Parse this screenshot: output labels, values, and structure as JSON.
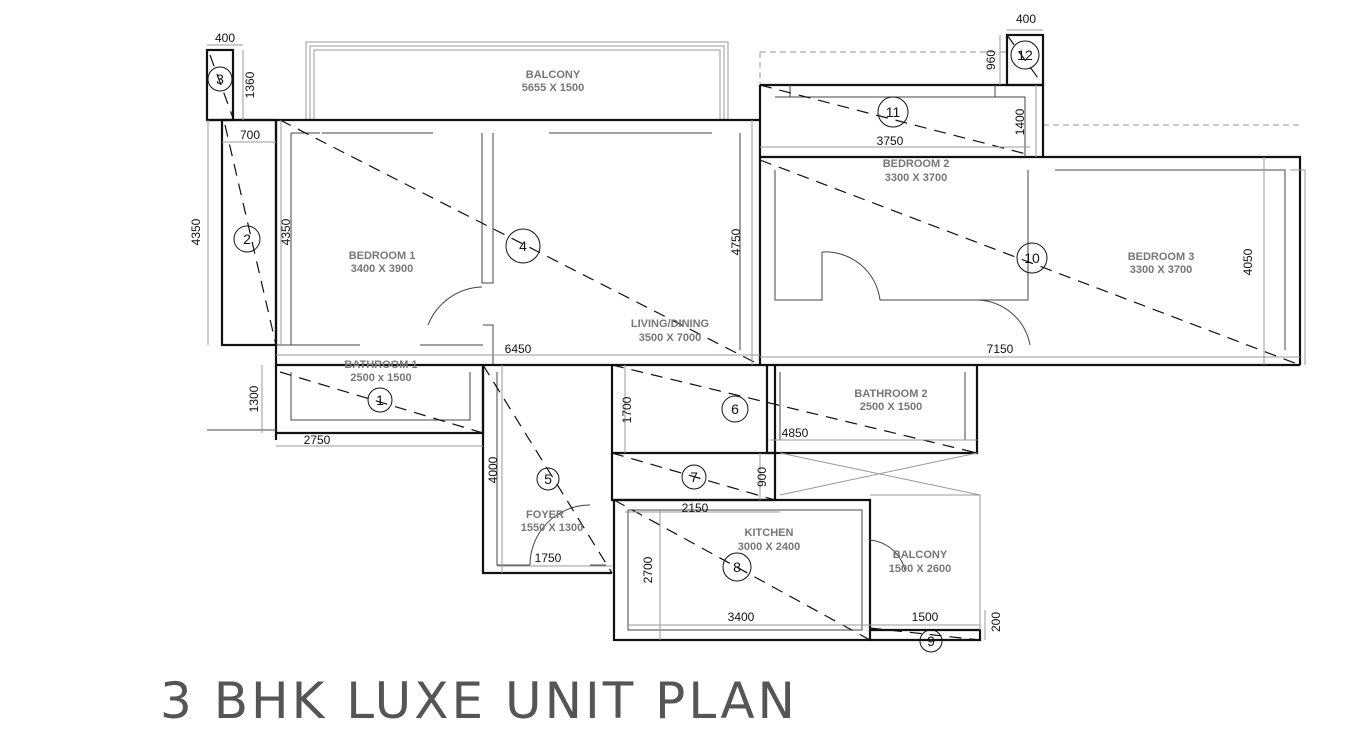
{
  "title": "3 BHK LUXE UNIT PLAN",
  "rooms": [
    {
      "name": "BALCONY",
      "size": "5655 X 1500"
    },
    {
      "name": "BEDROOM 1",
      "size": "3400 X 3900"
    },
    {
      "name": "LIVING/DINING",
      "size": "3500 X 7000"
    },
    {
      "name": "BEDROOM 2",
      "size": "3300 X 3700"
    },
    {
      "name": "BEDROOM 3",
      "size": "3300 X 3700"
    },
    {
      "name": "BATHROOM 1",
      "size": "2500 x 1500"
    },
    {
      "name": "BATHROOM 2",
      "size": "2500 X 1500"
    },
    {
      "name": "FOYER",
      "size": "1550 X 1300"
    },
    {
      "name": "KITCHEN",
      "size": "3000 X 2400"
    },
    {
      "name": "BALCONY",
      "size": "1500 X 2600"
    }
  ],
  "dimensions": [
    "400",
    "1360",
    "700",
    "4350",
    "4350",
    "4750",
    "6450",
    "400",
    "960",
    "1400",
    "3750",
    "4050",
    "7150",
    "1300",
    "2750",
    "4000",
    "1750",
    "1700",
    "4850",
    "900",
    "2150",
    "2700",
    "3400",
    "1500",
    "200"
  ],
  "markers": [
    "1",
    "2",
    "3",
    "4",
    "5",
    "6",
    "7",
    "8",
    "9",
    "10",
    "11",
    "12"
  ]
}
